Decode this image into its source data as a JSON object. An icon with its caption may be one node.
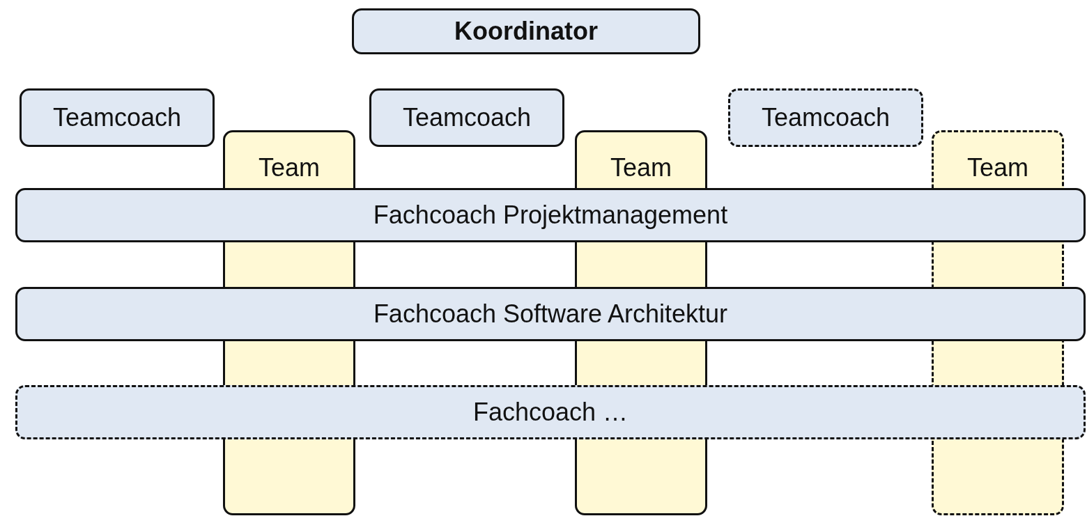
{
  "diagram": {
    "nodes": [
      {
        "text": [
          "Koordinator"
        ]
      },
      {
        "text": [
          "Teamcoach"
        ]
      },
      {
        "text": [
          "Teamcoach"
        ]
      },
      {
        "text": [
          "Teamcoach"
        ]
      },
      {
        "text": [
          "Team"
        ]
      },
      {
        "text": [
          "Team"
        ]
      },
      {
        "text": [
          "Team"
        ]
      },
      {
        "text": [
          "Fachcoach Projektmanagement"
        ]
      },
      {
        "text": [
          "Fachcoach Software Architektur"
        ]
      },
      {
        "text": [
          "Fachcoach …"
        ]
      }
    ],
    "edges": []
  }
}
